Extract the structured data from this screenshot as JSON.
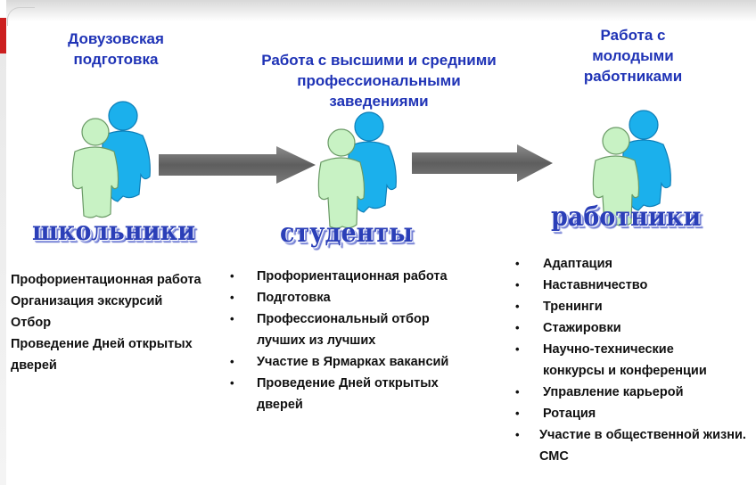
{
  "headings": {
    "left": "Довузовская\nподготовка",
    "middle": "Работа с высшими и средними\nпрофессиональными\nзаведениями",
    "right": "Работа с\nмолодыми\nработниками"
  },
  "labels": {
    "left": "школьники",
    "middle": "студенты",
    "right": "работники"
  },
  "lists": {
    "left": [
      "Профориентационная работа",
      "Организация экскурсий",
      "Отбор",
      "Проведение Дней открытых дверей"
    ],
    "middle": [
      "Профориентационная работа",
      "Подготовка",
      "Профессиональный отбор лучших из лучших",
      "Участие в Ярмарках вакансий",
      "Проведение Дней открытых дверей"
    ],
    "right": [
      "Адаптация",
      "Наставничество",
      "Тренинги",
      "Стажировки",
      "Научно-технические конкурсы и конференции",
      "Управление карьерой",
      "Ротация",
      "Участие в  общественной жизни. СМС"
    ]
  },
  "colors": {
    "heading": "#1f33b6",
    "person_front": "#c8f2c4",
    "person_back": "#1bb0ec",
    "arrow": "#6d6d6d"
  },
  "icons": [
    "people-icon",
    "arrow-right-icon"
  ]
}
